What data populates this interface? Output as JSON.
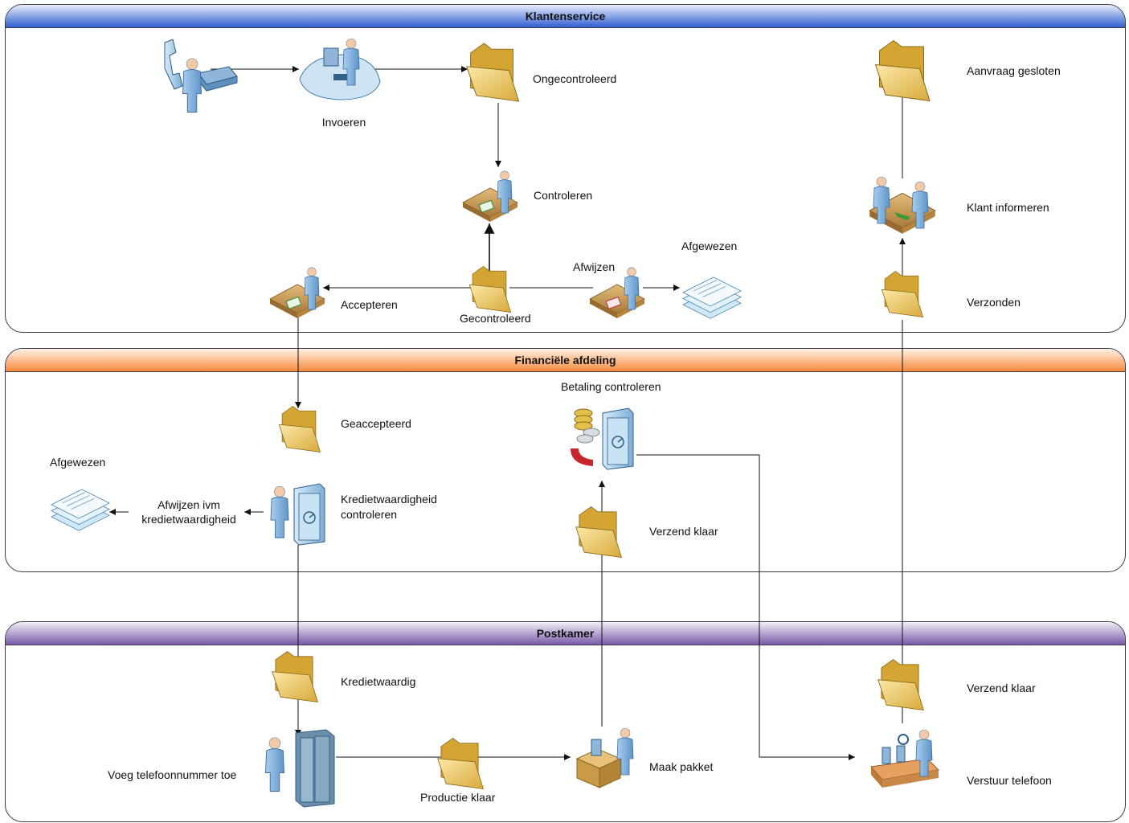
{
  "colors": {
    "lane_blue_top": "#e8eefb",
    "lane_blue_bottom": "#2f5fcf",
    "lane_orange_top": "#fff2e6",
    "lane_orange_bottom": "#f58a3c",
    "lane_purple_top": "#f2eef8",
    "lane_purple_bottom": "#7b5ba8",
    "folder": "#e8c862",
    "person": "#7fb0dc",
    "desk": "#c79a55",
    "line": "#111111"
  },
  "lanes": {
    "klantenservice": "Klantenservice",
    "financieel": "Financiële afdeling",
    "postkamer": "Postkamer"
  },
  "labels": {
    "invoeren": "Invoeren",
    "ongecontroleerd": "Ongecontroleerd",
    "controleren": "Controleren",
    "accepteren": "Accepteren",
    "gecontroleerd": "Gecontroleerd",
    "afwijzen": "Afwijzen",
    "afgewezen_top": "Afgewezen",
    "aanvraag_gesloten": "Aanvraag gesloten",
    "klant_informeren": "Klant informeren",
    "verzonden": "Verzonden",
    "geaccepteerd": "Geaccepteerd",
    "afgewezen_mid": "Afgewezen",
    "afwijzen_ivm_1": "Afwijzen ivm",
    "afwijzen_ivm_2": "kredietwaardigheid",
    "krediet_controleren_1": "Kredietwaardigheid",
    "krediet_controleren_2": "controleren",
    "betaling_controleren": "Betaling controleren",
    "verzend_klaar_mid": "Verzend klaar",
    "kredietwaardig": "Kredietwaardig",
    "voeg_telefoonnummer": "Voeg telefoonnummer toe",
    "productie_klaar": "Productie klaar",
    "maak_pakket": "Maak pakket",
    "verzend_klaar_bottom": "Verzend klaar",
    "verstuur_telefoon": "Verstuur telefoon"
  },
  "icons": [
    "phone-caller-icon",
    "data-entry-desk-icon",
    "folder-icon",
    "review-desk-icon",
    "approve-desk-icon",
    "reject-desk-icon",
    "document-stack-icon",
    "meeting-desk-icon",
    "safe-person-icon",
    "payment-safe-icon",
    "server-person-icon",
    "package-person-icon",
    "conveyor-person-icon"
  ]
}
